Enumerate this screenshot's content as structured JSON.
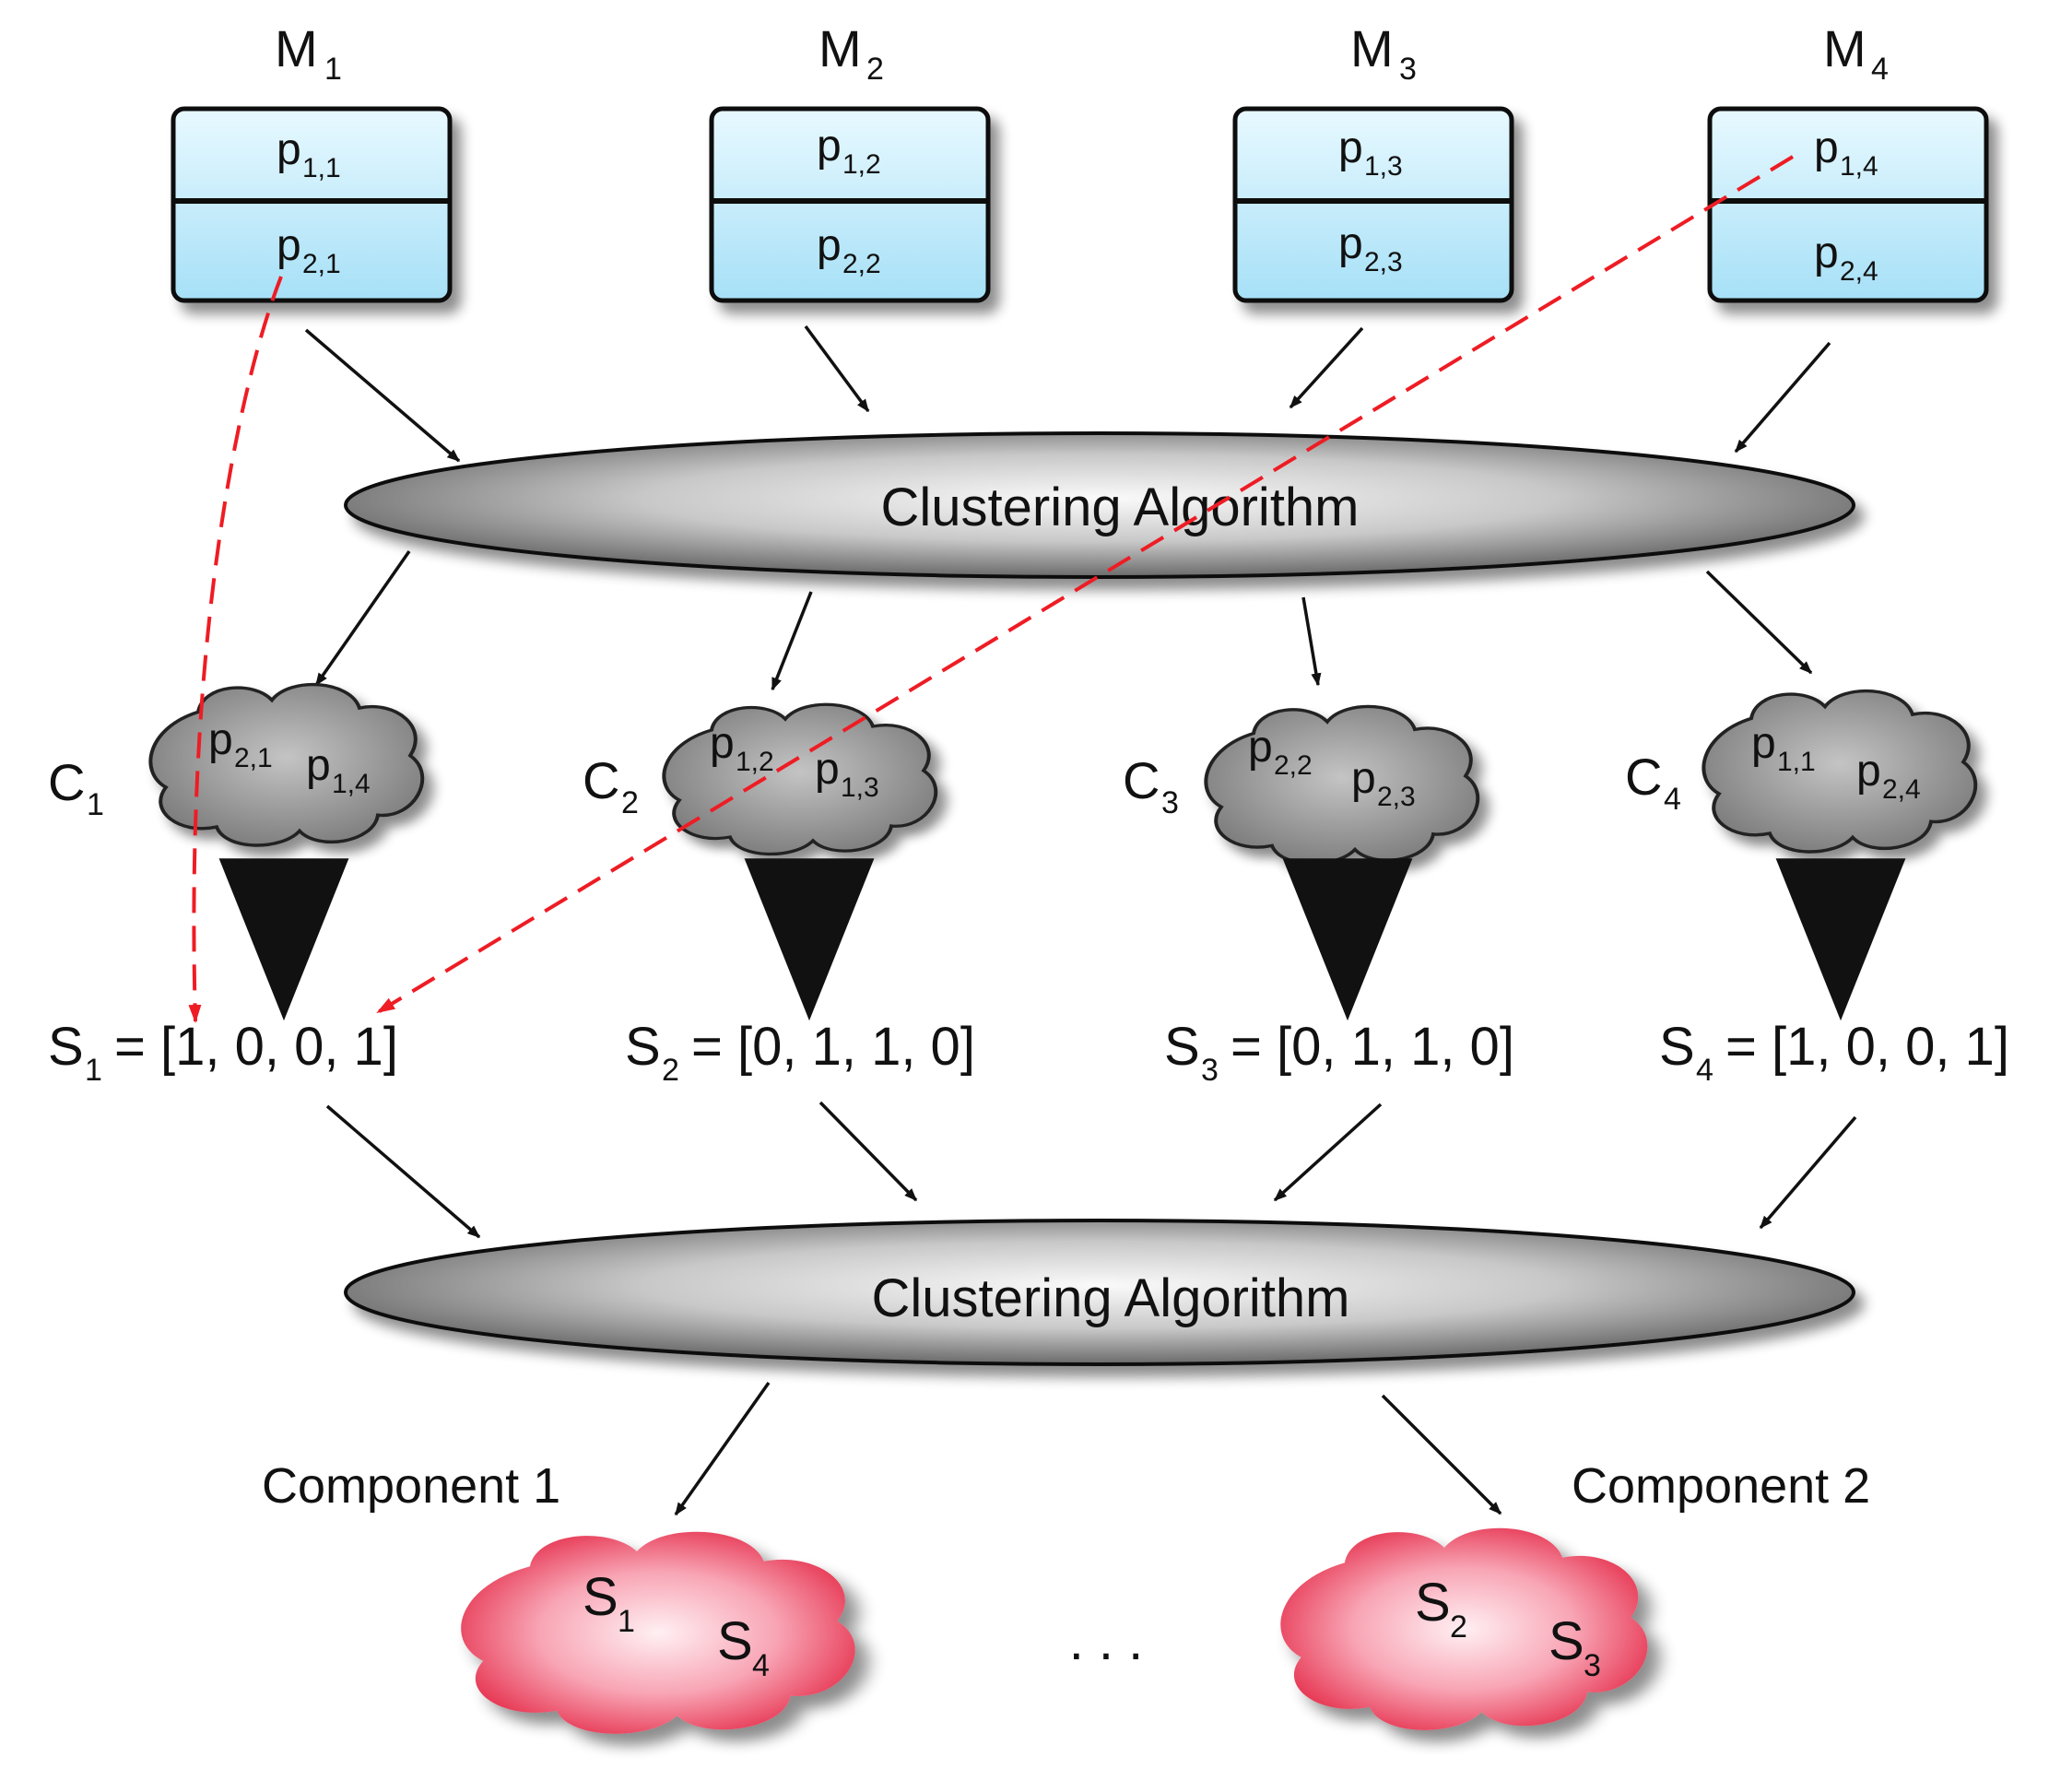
{
  "modules": [
    {
      "label": "M",
      "sub": "1",
      "top_param": {
        "base": "p",
        "sub": "1,1"
      },
      "bottom_param": {
        "base": "p",
        "sub": "2,1"
      }
    },
    {
      "label": "M",
      "sub": "2",
      "top_param": {
        "base": "p",
        "sub": "1,2"
      },
      "bottom_param": {
        "base": "p",
        "sub": "2,2"
      }
    },
    {
      "label": "M",
      "sub": "3",
      "top_param": {
        "base": "p",
        "sub": "1,3"
      },
      "bottom_param": {
        "base": "p",
        "sub": "2,3"
      }
    },
    {
      "label": "M",
      "sub": "4",
      "top_param": {
        "base": "p",
        "sub": "1,4"
      },
      "bottom_param": {
        "base": "p",
        "sub": "2,4"
      }
    }
  ],
  "algorithm_top": "Clustering Algorithm",
  "algorithm_bottom": "Clustering Algorithm",
  "clusters": [
    {
      "label": "C",
      "sub": "1",
      "members": [
        {
          "base": "p",
          "sub": "2,1"
        },
        {
          "base": "p",
          "sub": "1,4"
        }
      ]
    },
    {
      "label": "C",
      "sub": "2",
      "members": [
        {
          "base": "p",
          "sub": "1,2"
        },
        {
          "base": "p",
          "sub": "1,3"
        }
      ]
    },
    {
      "label": "C",
      "sub": "3",
      "members": [
        {
          "base": "p",
          "sub": "2,2"
        },
        {
          "base": "p",
          "sub": "2,3"
        }
      ]
    },
    {
      "label": "C",
      "sub": "4",
      "members": [
        {
          "base": "p",
          "sub": "1,1"
        },
        {
          "base": "p",
          "sub": "2,4"
        }
      ]
    }
  ],
  "vectors": [
    {
      "label": "S",
      "sub": "1",
      "value": "= [1, 0, 0, 1]"
    },
    {
      "label": "S",
      "sub": "2",
      "value": "= [0, 1, 1, 0]"
    },
    {
      "label": "S",
      "sub": "3",
      "value": "= [0, 1, 1, 0]"
    },
    {
      "label": "S",
      "sub": "4",
      "value": "= [1, 0, 0, 1]"
    }
  ],
  "components": [
    {
      "title": "Component 1",
      "members": [
        {
          "base": "S",
          "sub": "1"
        },
        {
          "base": "S",
          "sub": "4"
        }
      ]
    },
    {
      "title": "Component 2",
      "members": [
        {
          "base": "S",
          "sub": "2"
        },
        {
          "base": "S",
          "sub": "3"
        }
      ]
    }
  ],
  "ellipsis": ". . .",
  "colors": {
    "module_fill_light": "#e6f8ff",
    "module_fill_dark": "#9edcf5",
    "ellipse_light": "#f4f4f4",
    "ellipse_dark": "#6f6f6f",
    "cloud_gray": "#8e8e8e",
    "cloud_red_light": "#fde6ea",
    "cloud_red_dark": "#e52a4a",
    "dashed_red": "#ee1c24"
  }
}
